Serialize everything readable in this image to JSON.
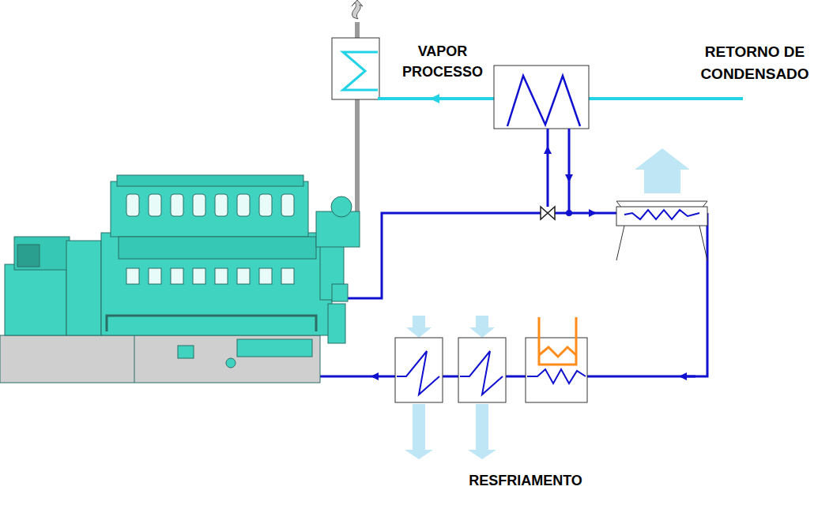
{
  "diagram": {
    "labels": [
      "VAPOR PROCESSO",
      "RETORNO DE CONDENSADO",
      "RESFRIAMENTO"
    ]
  }
}
